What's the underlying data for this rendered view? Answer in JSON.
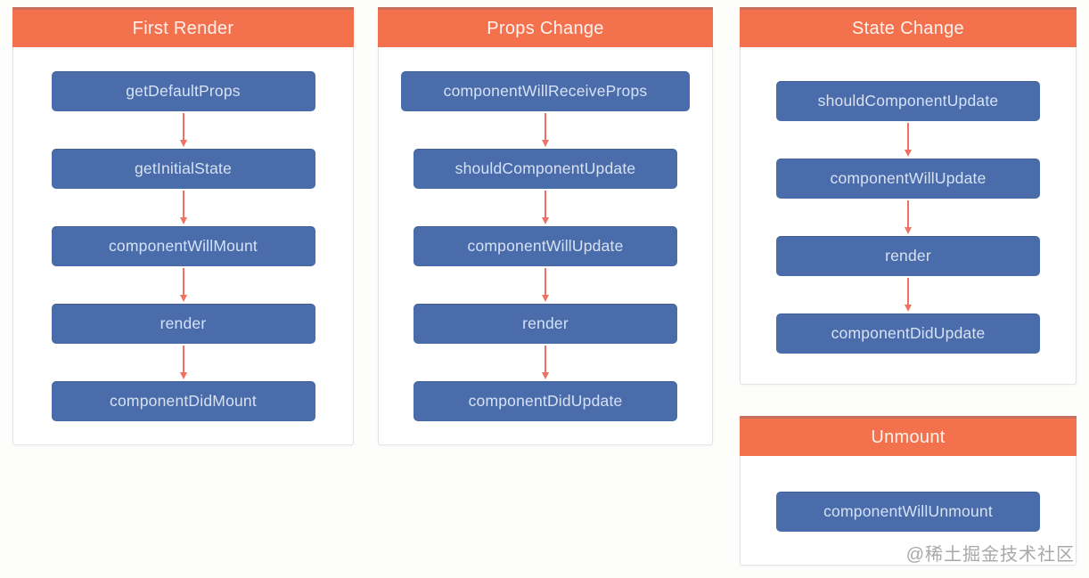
{
  "page": {
    "watermark": "@稀土掘金技术社区"
  },
  "colors": {
    "header_bg": "#f4714e",
    "header_edge": "#c9705a",
    "header_text": "#fdf2ed",
    "box_bg": "#4a6caa",
    "box_text": "#d6e2f4",
    "arrow": "#ee7261",
    "panel_border": "#e4e4e4",
    "panel_bg": "#ffffff",
    "page_bg": "#fdfdfc",
    "watermark_color": "#a8a8a8"
  },
  "panels": [
    {
      "title": "First Render",
      "steps": [
        "getDefaultProps",
        "getInitialState",
        "componentWillMount",
        "render",
        "componentDidMount"
      ]
    },
    {
      "title": "Props Change",
      "steps": [
        "componentWillReceiveProps",
        "shouldComponentUpdate",
        "componentWillUpdate",
        "render",
        "componentDidUpdate"
      ]
    },
    {
      "title": "State Change",
      "steps": [
        "shouldComponentUpdate",
        "componentWillUpdate",
        "render",
        "componentDidUpdate"
      ]
    },
    {
      "title": "Unmount",
      "steps": [
        "componentWillUnmount"
      ]
    }
  ]
}
